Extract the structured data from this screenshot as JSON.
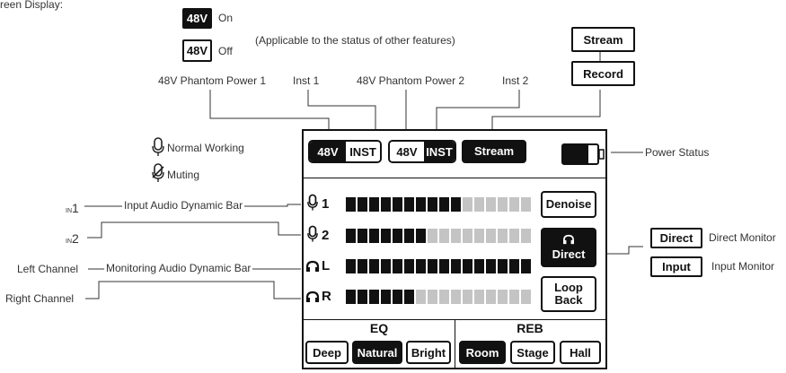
{
  "header_fragment": "reen Display:",
  "legend48": {
    "on_badge": "48V",
    "on_label": "On",
    "off_badge": "48V",
    "off_label": "Off",
    "note": "(Applicable to the status of other features)"
  },
  "top_buttons": {
    "stream": "Stream",
    "record": "Record"
  },
  "top_labels": {
    "phantom1": "48V Phantom Power 1",
    "inst1": "Inst 1",
    "phantom2": "48V Phantom Power 2",
    "inst2": "Inst 2"
  },
  "mic_legend": {
    "normal": "Normal Working",
    "muting": "Muting"
  },
  "screen": {
    "pill1": {
      "a": "48V",
      "b": "INST"
    },
    "pill2": {
      "a": "48V",
      "b": "INST"
    },
    "stream": "Stream",
    "rows": [
      {
        "label": "1",
        "icon": "mic-icon",
        "lit": 10,
        "total": 16
      },
      {
        "label": "2",
        "icon": "mic-icon",
        "lit": 7,
        "total": 16
      },
      {
        "label": "L",
        "icon": "headphone-icon",
        "lit": 16,
        "total": 16
      },
      {
        "label": "R",
        "icon": "headphone-icon",
        "lit": 6,
        "total": 16
      }
    ],
    "denoise": "Denoise",
    "direct": "Direct",
    "loopback_line1": "Loop",
    "loopback_line2": "Back",
    "eq_title": "EQ",
    "reb_title": "REB",
    "eq_options": [
      "Deep",
      "Natural",
      "Bright"
    ],
    "reb_options": [
      "Room",
      "Stage",
      "Hall"
    ]
  },
  "side_labels": {
    "power_status": "Power Status",
    "in1_prefix": "IN",
    "in1": "1",
    "in2_prefix": "IN",
    "in2": "2",
    "input_bar": "Input Audio Dynamic Bar",
    "left_channel": "Left Channel",
    "monitoring_bar": "Monitoring Audio Dynamic Bar",
    "right_channel": "Right Channel"
  },
  "monitor_legend": {
    "direct_badge": "Direct",
    "direct_label": "Direct Monitor",
    "input_badge": "Input",
    "input_label": "Input Monitor"
  }
}
